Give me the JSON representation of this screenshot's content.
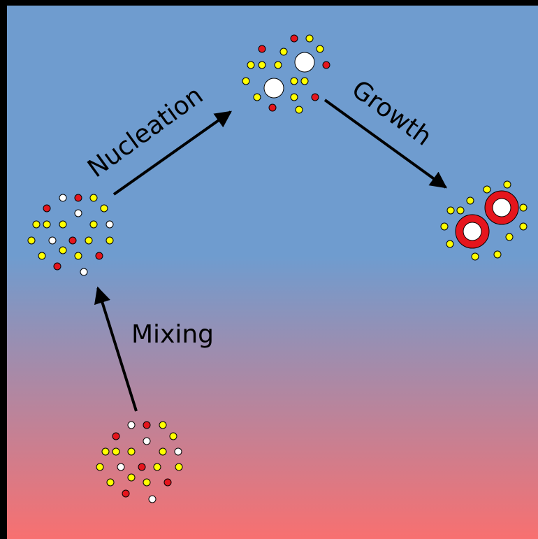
{
  "diagram": {
    "colors": {
      "background_top": "#6f9ccf",
      "background_mid": "#6f9ccf",
      "background_bottom": "#f87070",
      "frame": "#000000",
      "particle_red": "#e5151d",
      "particle_yellow": "#ffff00",
      "particle_white": "#ffffff",
      "arrow": "#000000"
    },
    "steps": [
      {
        "id": "mixing",
        "label": "Mixing"
      },
      {
        "id": "nucleation",
        "label": "Nucleation"
      },
      {
        "id": "growth",
        "label": "Growth"
      }
    ]
  }
}
